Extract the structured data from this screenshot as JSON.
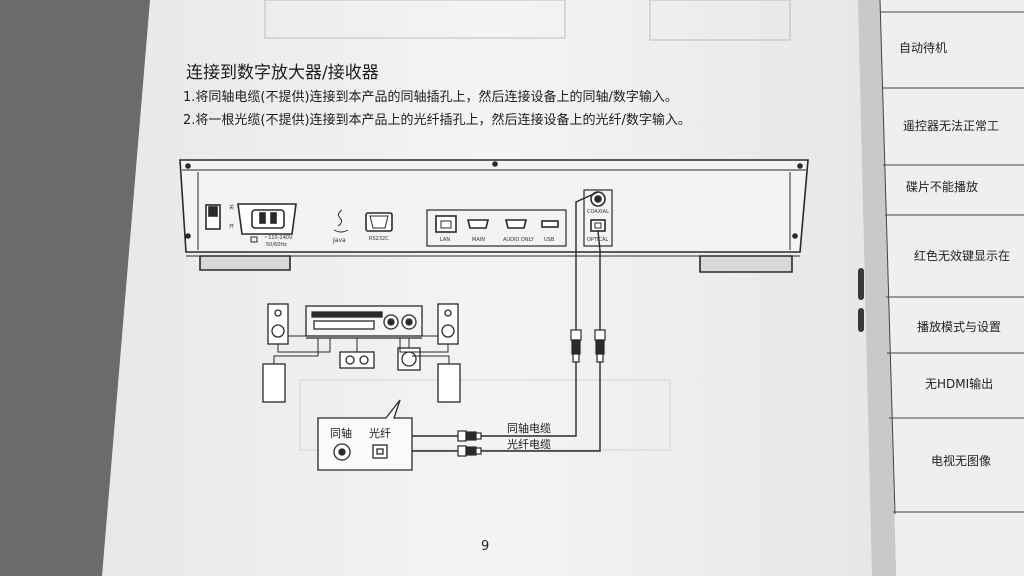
{
  "page": {
    "section_title": "连接到数字放大器/接收器",
    "steps": [
      "1.将同轴电缆(不提供)连接到本产品的同轴插孔上，然后连接设备上的同轴/数字输入。",
      "2.将一根光缆(不提供)连接到本产品上的光纤插孔上，然后连接设备上的光纤/数字输入。"
    ],
    "page_number": "9"
  },
  "diagram": {
    "switch_labels": [
      "关",
      "开"
    ],
    "power_label_lines": [
      "~110-240V",
      "50/60Hz"
    ],
    "java_label": "Java",
    "port_labels": {
      "rs232": "RS232C",
      "lan": "LAN",
      "main": "MAIN",
      "audio_only": "AUDIO ONLY",
      "usb": "USB",
      "coaxial": "COAXIAL",
      "optical": "OPTICAL"
    },
    "callout_coax": "同轴",
    "callout_optical": "光纤",
    "cable_coax": "同轴电缆",
    "cable_optical": "光纤电缆"
  },
  "next_page": {
    "rows": [
      "自动待机",
      "遥控器无法正常工",
      "碟片不能播放",
      "红色无效键显示在",
      "播放模式与设置",
      "无HDMI输出",
      "电视无图像"
    ]
  },
  "colors": {
    "paper": "#f2f2f0",
    "ink": "#1d1d1d",
    "background": "#6e6e6c"
  }
}
